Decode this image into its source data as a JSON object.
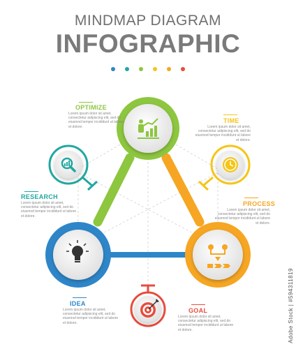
{
  "title": {
    "line1": "MINDMAP DIAGRAM",
    "line2": "INFOGRAPHIC"
  },
  "dots": [
    "#2e86c8",
    "#22a7a0",
    "#8dc63f",
    "#f5c518",
    "#f5a623",
    "#e84c3d"
  ],
  "colors": {
    "optimize": "#8dc63f",
    "time": "#f5c518",
    "process": "#f6a623",
    "goal": "#e84c3d",
    "idea": "#2e86c8",
    "research": "#22a7a0"
  },
  "nodes": {
    "optimize": {
      "label": "OPTIMIZE",
      "icon": "growth-chart-person-icon"
    },
    "time": {
      "label": "TIME",
      "icon": "clock-icon"
    },
    "process": {
      "label": "PROCESS",
      "icon": "process-flow-icon"
    },
    "goal": {
      "label": "GOAL",
      "icon": "target-arrow-icon"
    },
    "idea": {
      "label": "IDEA",
      "icon": "lightbulb-icon"
    },
    "research": {
      "label": "RESEARCH",
      "icon": "magnifier-chart-icon"
    }
  },
  "body_text": "Lorem ipsum dolor sit amet, consectetur adipiscing elit, sed do eiusmod tempor incididunt ut labore et dolore.",
  "watermark": "Adobe Stock | #594311819"
}
